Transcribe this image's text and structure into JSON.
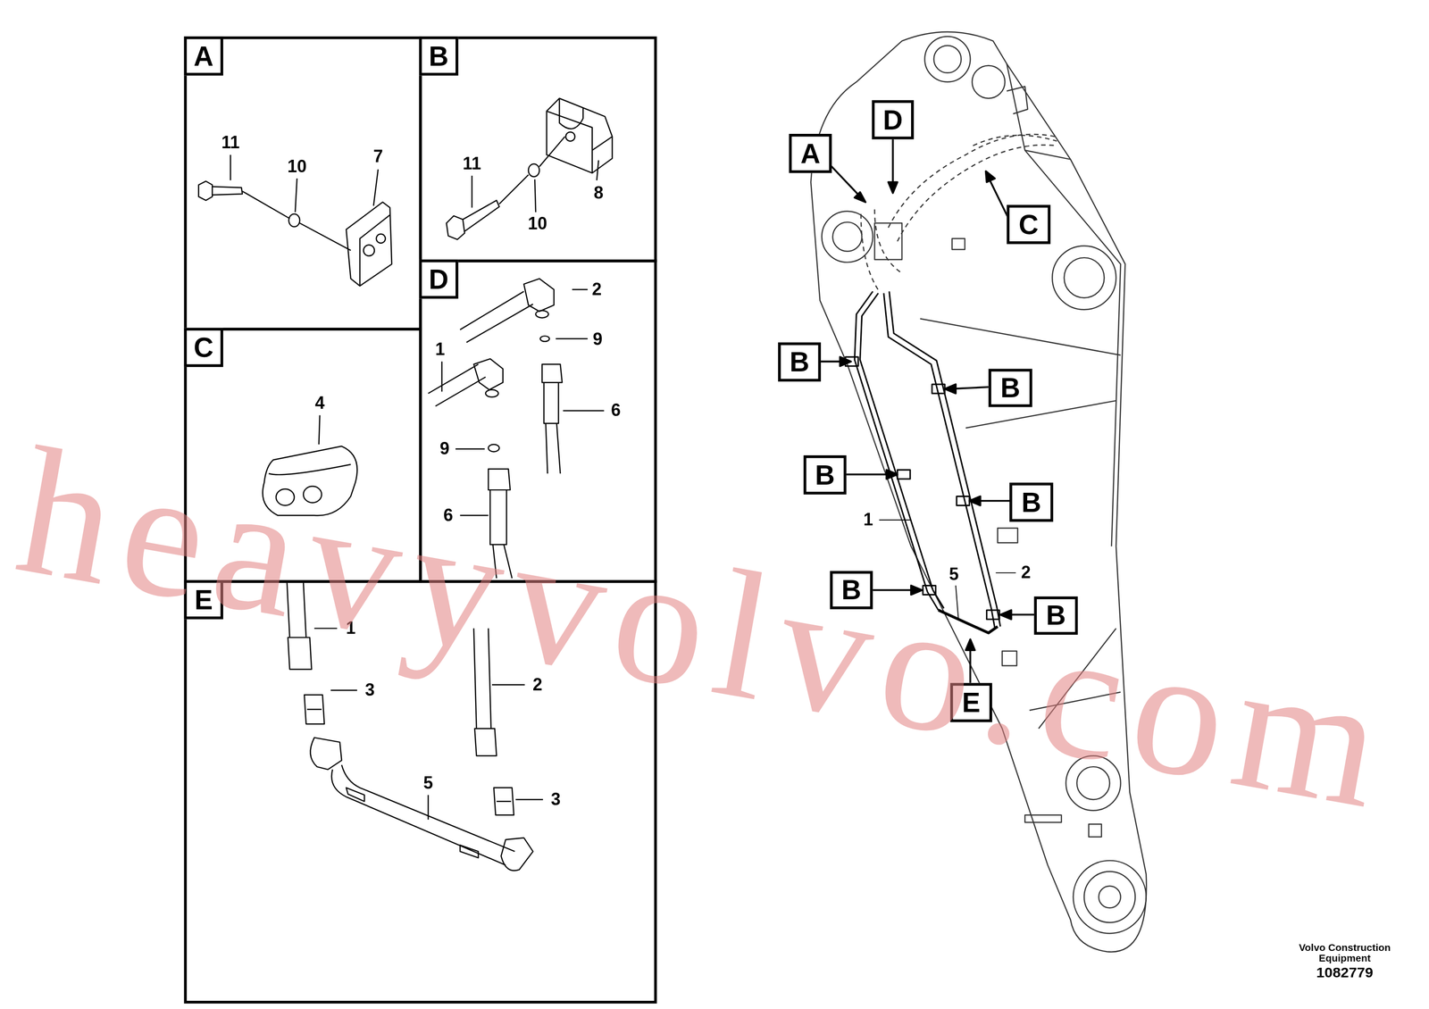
{
  "diagram": {
    "nodes": [
      {
        "text": [
          "A"
        ]
      },
      {
        "text": [
          "B"
        ]
      },
      {
        "text": [
          "C"
        ]
      },
      {
        "text": [
          "D"
        ]
      },
      {
        "text": [
          "E"
        ]
      },
      {
        "text": [
          "A"
        ]
      },
      {
        "text": [
          "D"
        ]
      },
      {
        "text": [
          "C"
        ]
      },
      {
        "text": [
          "B"
        ]
      },
      {
        "text": [
          "B"
        ]
      },
      {
        "text": [
          "B"
        ]
      },
      {
        "text": [
          "B"
        ]
      },
      {
        "text": [
          "B"
        ]
      },
      {
        "text": [
          "B"
        ]
      },
      {
        "text": [
          "E"
        ]
      }
    ],
    "labels": [
      "11",
      "10",
      "7",
      "11",
      "10",
      "8",
      "4",
      "2",
      "9",
      "1",
      "9",
      "6",
      "6",
      "1",
      "3",
      "2",
      "5",
      "3",
      "1",
      "5",
      "2",
      "heavyvolvo.com",
      "Volvo Construction Equipment",
      "1082779"
    ]
  }
}
